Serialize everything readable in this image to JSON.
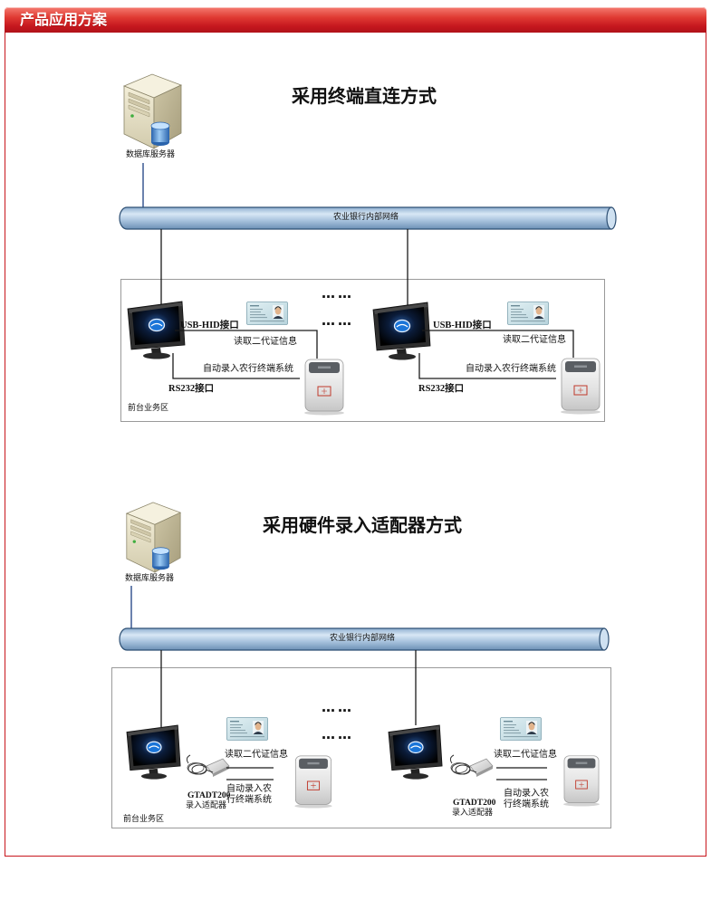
{
  "header": {
    "title": "产品应用方案"
  },
  "sections": [
    {
      "title": "采用终端直连方式",
      "server_label": "数据库服务器",
      "network_label": "农业银行内部网络",
      "zone_label": "前台业务区",
      "ellipsis": "……",
      "terminals": [
        {
          "usb_label": "USB-HID接口",
          "read_label": "读取二代证信息",
          "auto_label": "自动录入农行终端系统",
          "rs232_label": "RS232接口"
        },
        {
          "usb_label": "USB-HID接口",
          "read_label": "读取二代证信息",
          "auto_label": "自动录入农行终端系统",
          "rs232_label": "RS232接口"
        }
      ]
    },
    {
      "title": "采用硬件录入适配器方式",
      "server_label": "数据库服务器",
      "network_label": "农业银行内部网络",
      "zone_label": "前台业务区",
      "ellipsis": "……",
      "terminals": [
        {
          "adapter_model": "GTADT200",
          "adapter_label": "录入适配器",
          "read_label": "读取二代证信息",
          "auto_label_line1": "自动录入农",
          "auto_label_line2": "行终端系统"
        },
        {
          "adapter_model": "GTADT200",
          "adapter_label": "录入适配器",
          "read_label": "读取二代证信息",
          "auto_label_line1": "自动录入农",
          "auto_label_line2": "行终端系统"
        }
      ]
    }
  ],
  "icons": {
    "server": "database-server-icon",
    "monitor": "monitor-icon",
    "id_card": "id-card-icon",
    "card_reader": "card-reader-icon",
    "adapter": "entry-adapter-icon"
  },
  "colors": {
    "header": "#c8161d",
    "network_pipe": "#a9c4de",
    "server_link": "#2b4d8c",
    "wire": "#1a1a1a",
    "zone_border": "#9a9a9a"
  }
}
